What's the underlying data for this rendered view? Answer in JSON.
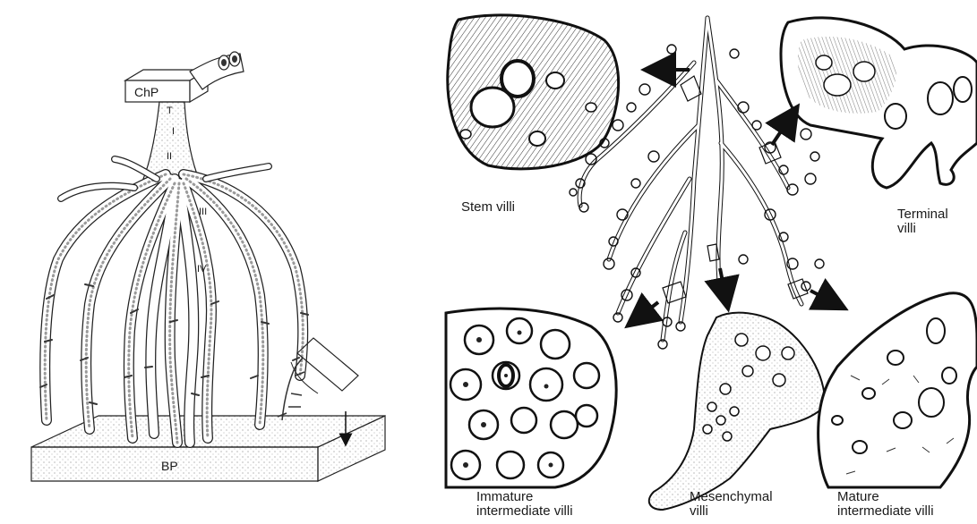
{
  "left_figure": {
    "chorionic_plate_label": "ChP",
    "basal_plate_label": "BP",
    "trunk_label": "T",
    "branch_labels": [
      "I",
      "II",
      "III",
      "IV"
    ]
  },
  "right_figure": {
    "labels": {
      "stem_villi": "Stem villi",
      "terminal_villi": "Terminal\nvilli",
      "immature_intermediate_villi": "Immature\nintermediate villi",
      "mesenchymal_villi": "Mesenchymal\nvilli",
      "mature_intermediate_villi": "Mature\nintermediate villi"
    }
  },
  "colors": {
    "ink": "#1a1a1a",
    "paper": "#ffffff",
    "stipple": "#8a8a8a"
  }
}
